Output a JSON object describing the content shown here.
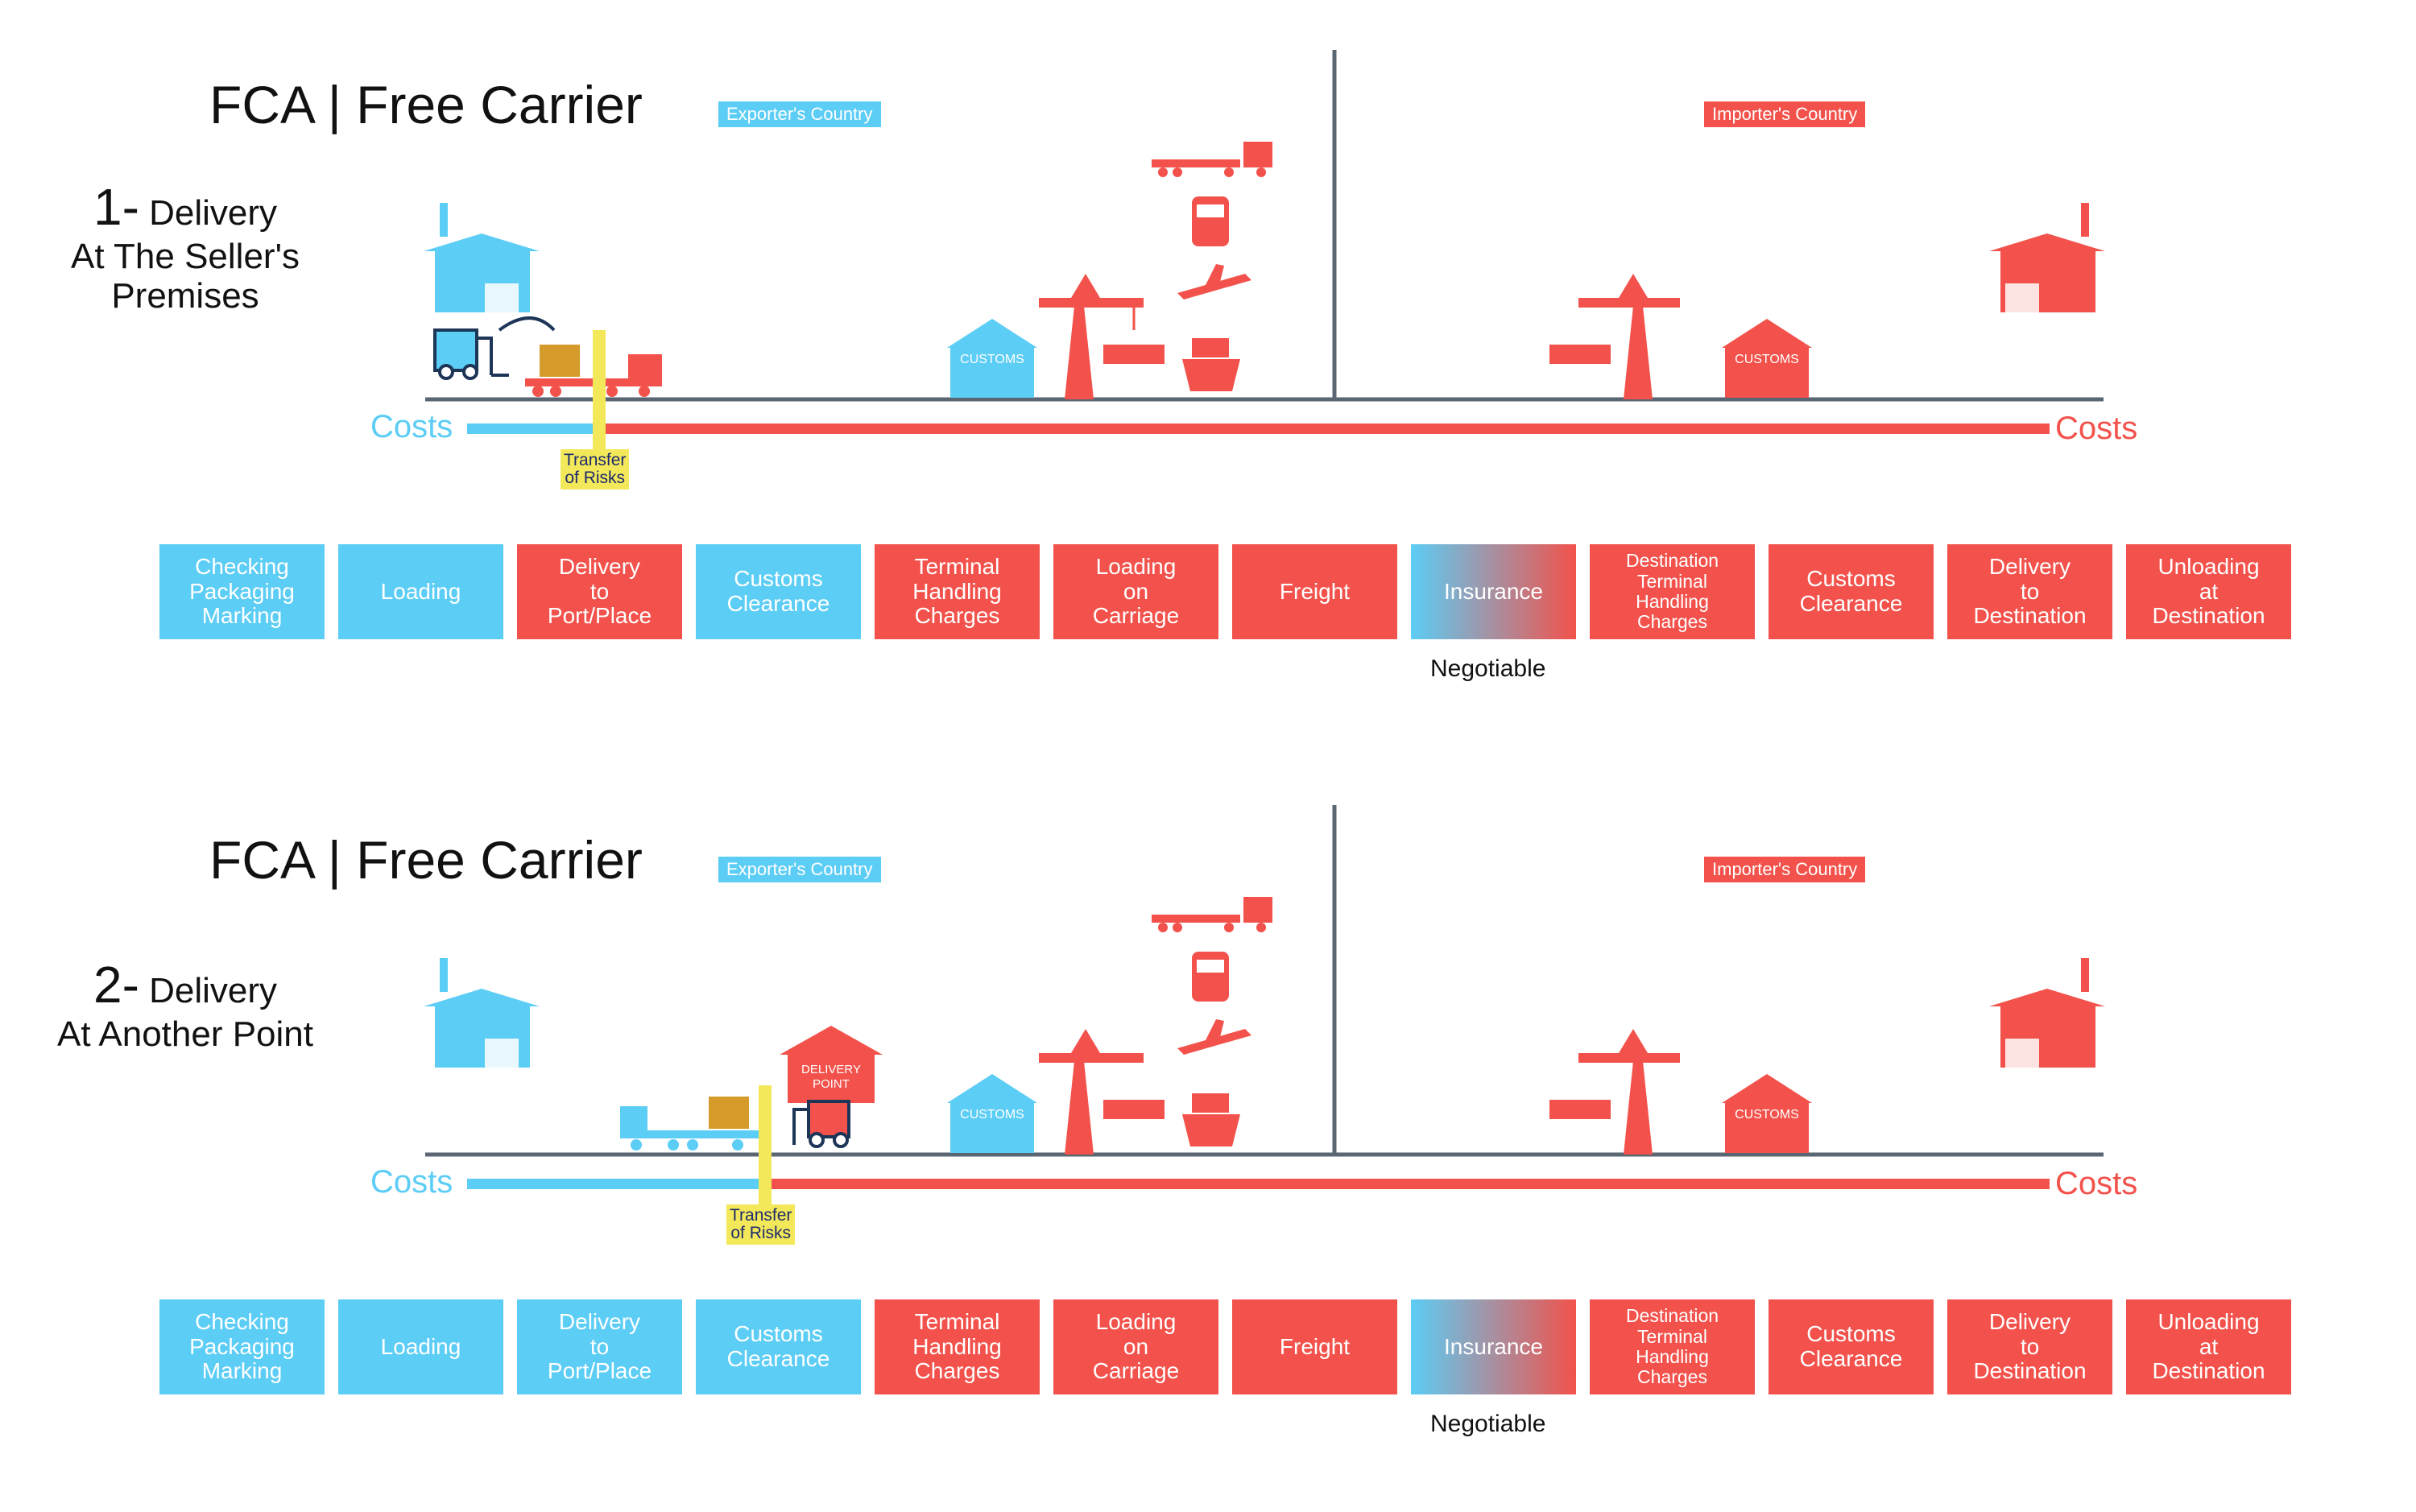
{
  "colors": {
    "blue": "#5ccdf5",
    "red": "#f2524b",
    "yellow": "#f2e85a",
    "axis": "#5b6673"
  },
  "panels": [
    {
      "title": "FCA | Free Carrier",
      "case_num": "1-",
      "case_line1": "Delivery",
      "case_line2": "At The Seller's",
      "case_line3": "Premises",
      "exporter": "Exporter's Country",
      "importer": "Importer's Country",
      "costs_left": "Costs",
      "costs_right": "Costs",
      "risk_line1": "Transfer",
      "risk_line2": "of Risks",
      "customs_label": "CUSTOMS",
      "delivery_point_label": "",
      "negotiable": "Negotiable",
      "risk_transfer_after_step": "Loading",
      "steps": [
        {
          "label": "Checking\nPackaging\nMarking",
          "party": "seller"
        },
        {
          "label": "Loading",
          "party": "seller"
        },
        {
          "label": "Delivery\nto\nPort/Place",
          "party": "buyer"
        },
        {
          "label": "Customs\nClearance",
          "party": "seller"
        },
        {
          "label": "Terminal\nHandling\nCharges",
          "party": "buyer"
        },
        {
          "label": "Loading\non\nCarriage",
          "party": "buyer"
        },
        {
          "label": "Freight",
          "party": "buyer"
        },
        {
          "label": "Insurance",
          "party": "negotiable"
        },
        {
          "label": "Destination\nTerminal\nHandling\nCharges",
          "party": "buyer"
        },
        {
          "label": "Customs\nClearance",
          "party": "buyer"
        },
        {
          "label": "Delivery\nto\nDestination",
          "party": "buyer"
        },
        {
          "label": "Unloading\nat\nDestination",
          "party": "buyer"
        }
      ]
    },
    {
      "title": "FCA | Free Carrier",
      "case_num": "2-",
      "case_line1": "Delivery",
      "case_line2": "At Another Point",
      "case_line3": "",
      "exporter": "Exporter's Country",
      "importer": "Importer's Country",
      "costs_left": "Costs",
      "costs_right": "Costs",
      "risk_line1": "Transfer",
      "risk_line2": "of Risks",
      "customs_label": "CUSTOMS",
      "delivery_point_label": "DELIVERY POINT",
      "negotiable": "Negotiable",
      "risk_transfer_after_step": "Delivery to Port/Place",
      "steps": [
        {
          "label": "Checking\nPackaging\nMarking",
          "party": "seller"
        },
        {
          "label": "Loading",
          "party": "seller"
        },
        {
          "label": "Delivery\nto\nPort/Place",
          "party": "seller"
        },
        {
          "label": "Customs\nClearance",
          "party": "seller"
        },
        {
          "label": "Terminal\nHandling\nCharges",
          "party": "buyer"
        },
        {
          "label": "Loading\non\nCarriage",
          "party": "buyer"
        },
        {
          "label": "Freight",
          "party": "buyer"
        },
        {
          "label": "Insurance",
          "party": "negotiable"
        },
        {
          "label": "Destination\nTerminal\nHandling\nCharges",
          "party": "buyer"
        },
        {
          "label": "Customs\nClearance",
          "party": "buyer"
        },
        {
          "label": "Delivery\nto\nDestination",
          "party": "buyer"
        },
        {
          "label": "Unloading\nat\nDestination",
          "party": "buyer"
        }
      ]
    }
  ]
}
